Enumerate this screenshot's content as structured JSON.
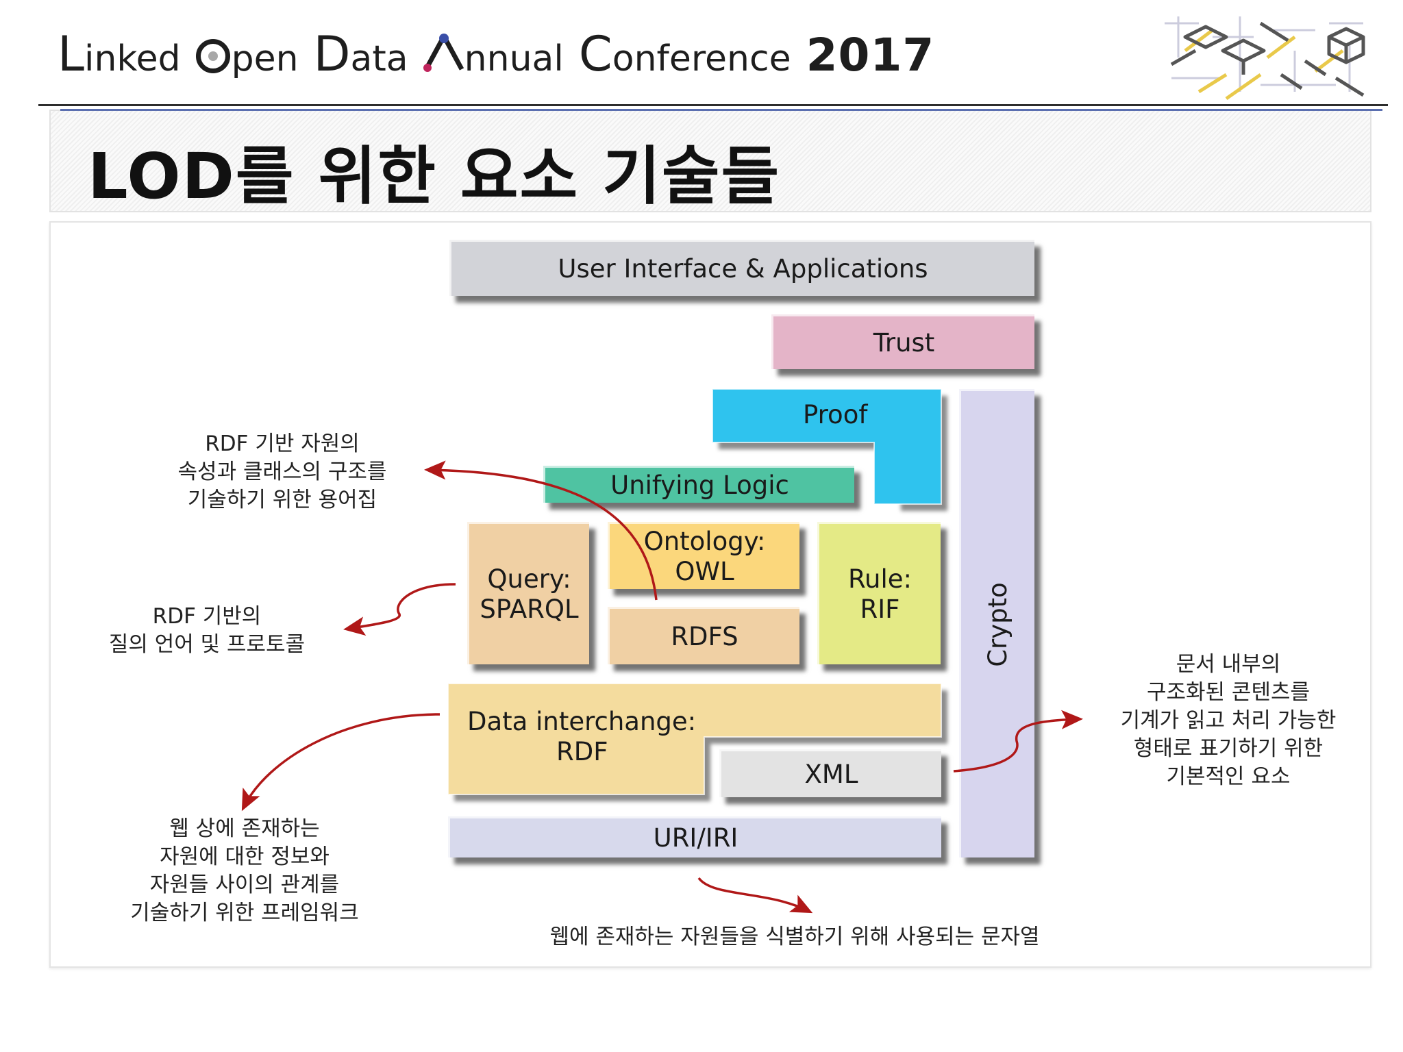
{
  "header": {
    "words": [
      {
        "initial": "L",
        "rest": "inked"
      },
      {
        "initial": "O",
        "rest": "pen"
      },
      {
        "initial": "D",
        "rest": "ata"
      },
      {
        "initial": "A",
        "rest": "nnual"
      },
      {
        "initial": "C",
        "rest": "onference"
      }
    ],
    "year": "2017"
  },
  "page_title": "LOD를 위한 요소 기술들",
  "stack": {
    "ui_apps": "User Interface & Applications",
    "trust": "Trust",
    "proof": "Proof",
    "unifying_logic": "Unifying Logic",
    "query": [
      "Query:",
      "SPARQL"
    ],
    "ontology": [
      "Ontology:",
      "OWL"
    ],
    "rdfs": "RDFS",
    "rule": [
      "Rule:",
      "RIF"
    ],
    "crypto": "Crypto",
    "data_interchange": [
      "Data interchange:",
      "RDF"
    ],
    "xml": "XML",
    "uri": "URI/IRI"
  },
  "annotations": {
    "rdfs_desc": [
      "RDF 기반 자원의",
      "속성과 클래스의 구조를",
      "기술하기 위한 용어집"
    ],
    "sparql_desc": [
      "RDF 기반의",
      "질의 언어 및 프로토콜"
    ],
    "rdf_desc": [
      "웹 상에 존재하는",
      "자원에 대한 정보와",
      "자원들 사이의 관계를",
      "기술하기 위한 프레임워크"
    ],
    "uri_desc": "웹에 존재하는 자원들을 식별하기 위해 사용되는 문자열",
    "xml_desc": [
      "문서 내부의",
      "구조화된 콘텐츠를",
      "기계가 읽고 처리 가능한",
      "형태로 표기하기 위한",
      "기본적인 요소"
    ]
  },
  "colors": {
    "ui_apps": "#d2d3d8",
    "trust": "#e4b4c8",
    "proof": "#2fc3ee",
    "unifying_logic": "#4fc3a2",
    "query": "#f0d0a4",
    "ontology": "#fbd77c",
    "rdfs": "#f0d0a4",
    "rule": "#e4ea86",
    "crypto": "#d7d5ee",
    "data_interchange": "#f4dc9e",
    "xml": "#e3e3e3",
    "uri": "#d7d9ec",
    "arrow": "#b01818"
  },
  "logo": {
    "icon": "maze-cube-logo-icon"
  }
}
